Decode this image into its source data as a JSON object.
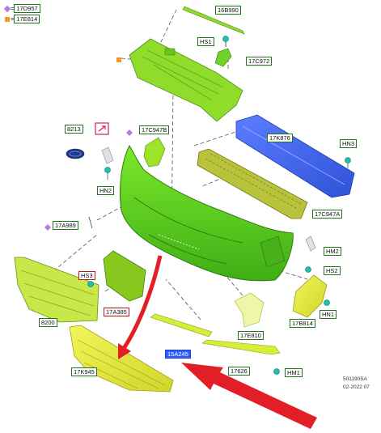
{
  "legend": [
    {
      "symbol": "diamond",
      "color": "#b57be0",
      "eq": "=",
      "code": "17D957"
    },
    {
      "symbol": "square",
      "color": "#f29a1f",
      "eq": "=",
      "code": "17E814"
    }
  ],
  "labels": {
    "bar_top": "16B990",
    "screw_hs1": "HS1",
    "bracket_17c972": "17C972",
    "emblem": "8213",
    "clip_hn2": "HN2",
    "bracket_17c947b": "17C947B",
    "reinforcement": "17K876",
    "clip_hn3": "HN3",
    "absorber": "17C947A",
    "clip_17a989": "17A989",
    "clip_hm2": "HM2",
    "screw_hs2": "HS2",
    "screw_hs3": "HS3",
    "clip_hn1": "HN1",
    "grille_side": "8200",
    "bracket_17a385": "17A385",
    "fog_bezel": "17B814",
    "trim_17e810": "17E810",
    "trim_15a245": "15A245",
    "grille_lower": "17K945",
    "strip_17626": "17626",
    "clip_hm1": "HM1"
  },
  "reference": {
    "code": "501190SA",
    "date": "02-2022 07"
  },
  "colors": {
    "bumper_green": "#5fd31c",
    "bright_green": "#9ee22a",
    "absorber_olive": "#b8c23a",
    "reinforcement_blue": "#3d63ef",
    "grille_yellow": "#e8ee3c",
    "clip_teal": "#1ec0b4",
    "arrow_red": "#e21f26",
    "emblem_blue": "#1f3a8c"
  }
}
